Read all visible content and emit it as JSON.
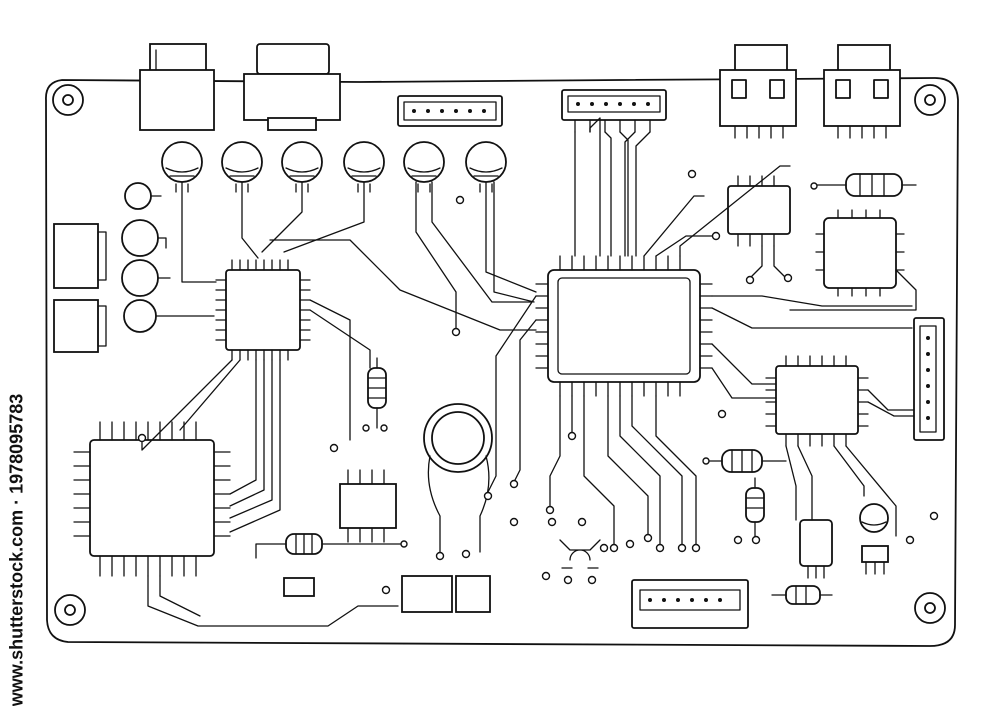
{
  "diagram": {
    "style": "hand-drawn line art",
    "colors": {
      "ink": "#111111",
      "background": "#ffffff"
    },
    "components": [
      "mounting-hole",
      "connector",
      "usb-port",
      "audio-jack",
      "capacitor",
      "microcontroller-chip",
      "processor-chip",
      "resistor",
      "ic-chip",
      "coil",
      "transistor",
      "pin-header"
    ]
  },
  "watermark": {
    "text": "www.shutterstock.com · 1978095783"
  }
}
